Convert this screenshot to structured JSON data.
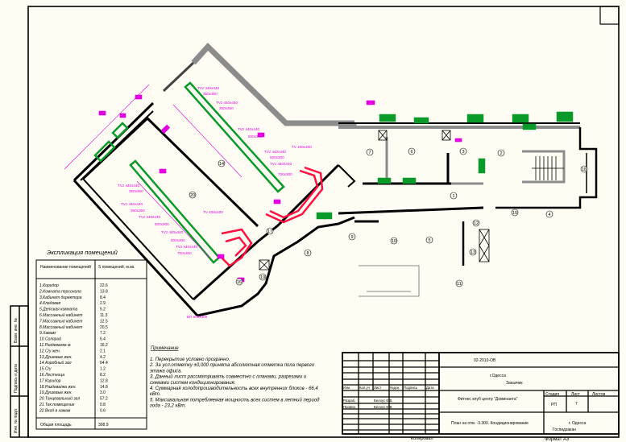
{
  "side_stamp": [
    "Взам. инв. №",
    "Подпись и дата",
    "Инв. № подл."
  ],
  "explication": {
    "title": "Экспликация помещений",
    "header_name": "Наименование помещений",
    "header_area": "S помещений, м.кв.",
    "rows": [
      {
        "name": "1.Коридор",
        "area": "22.6"
      },
      {
        "name": "2.Комната персонала",
        "area": "13.8"
      },
      {
        "name": "3.Кабинет директора",
        "area": "8.4"
      },
      {
        "name": "4.Кладовая",
        "area": "2.9"
      },
      {
        "name": "5.Детская комната",
        "area": "5.2"
      },
      {
        "name": "6.Массажный кабинет",
        "area": "11.3"
      },
      {
        "name": "7.Массажный кабинет",
        "area": "12.5"
      },
      {
        "name": "8.Массажный кабинет",
        "area": "20.5"
      },
      {
        "name": "9.Хамам",
        "area": "7.2"
      },
      {
        "name": "10.Солярий",
        "area": "6.4"
      },
      {
        "name": "11.Раздевалка м.",
        "area": "16.2"
      },
      {
        "name": "12.С/у жен.",
        "area": "2.1"
      },
      {
        "name": "13.Душевые жен.",
        "area": "4.2"
      },
      {
        "name": "14.Аэробный зал",
        "area": "64.4"
      },
      {
        "name": "15.С/у",
        "area": "1.2"
      },
      {
        "name": "16.Лестница",
        "area": "8.2"
      },
      {
        "name": "17.Коридор",
        "area": "12.8"
      },
      {
        "name": "18.Раздевалка жен.",
        "area": "14.8"
      },
      {
        "name": "19.Душевые жен.",
        "area": "3.0"
      },
      {
        "name": "20.Танцевальный зал",
        "area": "57.2"
      },
      {
        "name": "21.Тех.помещение",
        "area": "0.8"
      },
      {
        "name": "22.Вход в хамам",
        "area": "0.6"
      }
    ],
    "total_label": "Общая площадь",
    "total_value": "308.9"
  },
  "notes": {
    "title": "Примечание",
    "lines": [
      "1. Перекрытие условно прозрачно.",
      "2. За усл.отметку ±0,000 принята абсолютная отметка пола первого",
      "этажа офиса.",
      "3. Данный лист рассматривать совместно с планами, разрезами и",
      "схемами систем кондиционирования.",
      "4. Суммарная холодопроизводительность всех внутренних блоков - 66,4",
      "кВт.",
      "5. Максимальная потребляемая мощность всех систем в летний период",
      "года - 23,2 кВт."
    ]
  },
  "room_markers": [
    "14",
    "20",
    "17",
    "8",
    "19",
    "16",
    "9",
    "7",
    "6",
    "3",
    "2",
    "1",
    "18",
    "15",
    "4",
    "10",
    "5",
    "12",
    "13",
    "11"
  ],
  "duct_labels": [
    "TVz 440x440",
    "350x350",
    "TVz 440x440",
    "350x350",
    "TVz 440x440",
    "500x300",
    "TVz 440x440",
    "500x300",
    "TVz 440x440",
    "700x300",
    "TV 400x400",
    "TVz 440x440",
    "350x350",
    "TVz 440x440",
    "350x350",
    "TVz 440x440",
    "500x300",
    "TVz 440x440",
    "500x300",
    "TVz 440x440",
    "700x300",
    "TV 400x400",
    "ВП 600x300"
  ],
  "title_block": {
    "doc_code": "02-2010-ОВ",
    "city": "г.Одесса",
    "customer_label": "Заказчик",
    "col_headers": [
      "Изм.",
      "Кол.уч",
      "Лист",
      "№док",
      "Подпись",
      "Дата"
    ],
    "developed_label": "Разраб.",
    "developed_name": "Белоус Е.В.",
    "checked_label": "Провер.",
    "checked_name": "Белоус Е.В.",
    "project": "Фитнес клуб центр \"Доминанта\"",
    "stage_header": "Стадия",
    "sheet_header": "Лист",
    "sheets_header": "Листов",
    "stage": "РП",
    "sheet": "7",
    "sheets": "",
    "drawing_title": "План на отм. -3.300. Кондиционирование",
    "org_city": "г. Одесса",
    "org_name": "Госпидзакан",
    "copied_label": "Копировал",
    "format_label": "Формат А3"
  },
  "colors": {
    "wall": "#000000",
    "wall_gray": "#8c8c8c",
    "duct_green": "#0a9a2a",
    "duct_red": "#ff1040",
    "dimension": "#e000e0",
    "paper": "#fffdf3"
  }
}
